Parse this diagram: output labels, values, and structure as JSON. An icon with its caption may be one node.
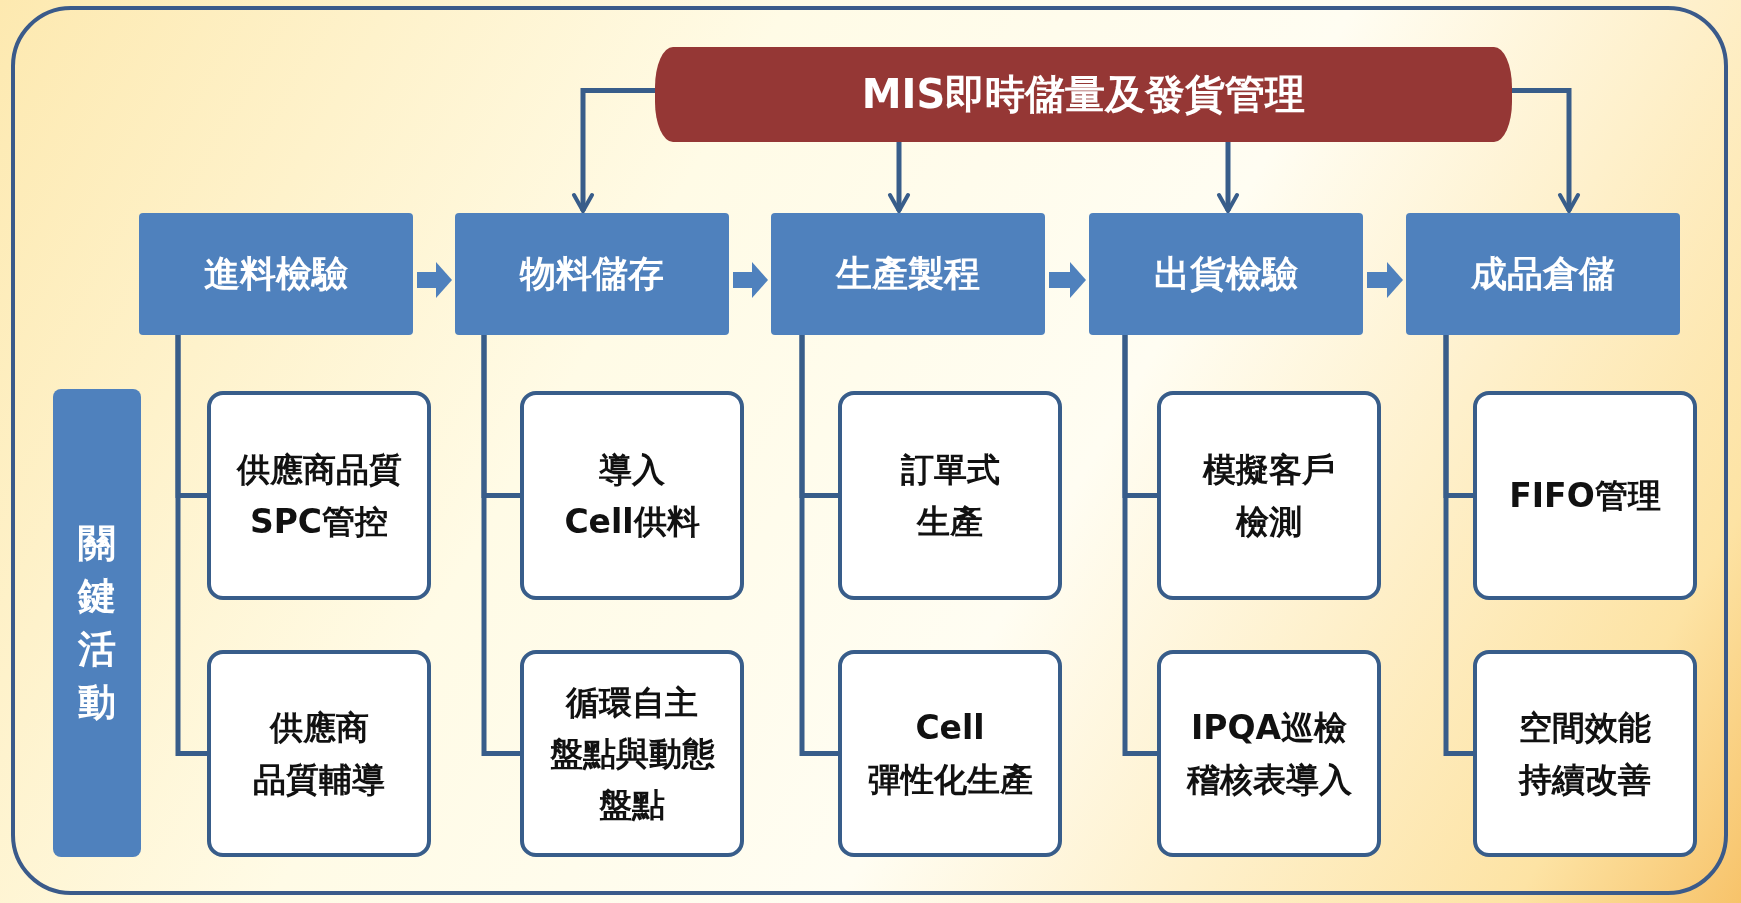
{
  "diagram": {
    "nodes": [
      {
        "text": [
          "MIS即時儲量及發貨管理"
        ]
      },
      {
        "text": [
          "進料檢驗"
        ]
      },
      {
        "text": [
          "物料儲存"
        ]
      },
      {
        "text": [
          "生產製程"
        ]
      },
      {
        "text": [
          "出貨檢驗"
        ]
      },
      {
        "text": [
          "成品倉儲"
        ]
      },
      {
        "text": [
          "關鍵活動"
        ]
      },
      {
        "text": [
          "供應商品質SPC管控"
        ]
      },
      {
        "text": [
          "供應商品質輔導"
        ]
      },
      {
        "text": [
          "導入Cell供料"
        ]
      },
      {
        "text": [
          "循環自主盤點與動態盤點"
        ]
      },
      {
        "text": [
          "訂單式生產"
        ]
      },
      {
        "text": [
          "Cell彈性化生產"
        ]
      },
      {
        "text": [
          "模擬客戶檢測"
        ]
      },
      {
        "text": [
          "IPQA巡檢稽核表導入"
        ]
      },
      {
        "text": [
          "FIFO管理"
        ]
      },
      {
        "text": [
          "空間效能持續改善"
        ]
      }
    ],
    "edges": [
      {
        "from": 0,
        "to": 2,
        "arrow": "to"
      },
      {
        "from": 0,
        "to": 3,
        "arrow": "to"
      },
      {
        "from": 0,
        "to": 4,
        "arrow": "to"
      },
      {
        "from": 0,
        "to": 5,
        "arrow": "to"
      },
      {
        "from": 1,
        "to": 2,
        "arrow": "to",
        "style": "thick",
        "color": "#4f81bd"
      },
      {
        "from": 2,
        "to": 3,
        "arrow": "to",
        "style": "thick",
        "color": "#4f81bd"
      },
      {
        "from": 3,
        "to": 4,
        "arrow": "to",
        "style": "thick",
        "color": "#4f81bd"
      },
      {
        "from": 4,
        "to": 5,
        "arrow": "to",
        "style": "thick",
        "color": "#4f81bd"
      },
      {
        "from": 1,
        "to": 7,
        "arrow": "none"
      },
      {
        "from": 1,
        "to": 8,
        "arrow": "none"
      },
      {
        "from": 2,
        "to": 9,
        "arrow": "none"
      },
      {
        "from": 2,
        "to": 10,
        "arrow": "none"
      },
      {
        "from": 3,
        "to": 11,
        "arrow": "none"
      },
      {
        "from": 3,
        "to": 12,
        "arrow": "none"
      },
      {
        "from": 4,
        "to": 13,
        "arrow": "none"
      },
      {
        "from": 4,
        "to": 14,
        "arrow": "none"
      },
      {
        "from": 5,
        "to": 15,
        "arrow": "none"
      },
      {
        "from": 5,
        "to": 16,
        "arrow": "none"
      }
    ]
  }
}
